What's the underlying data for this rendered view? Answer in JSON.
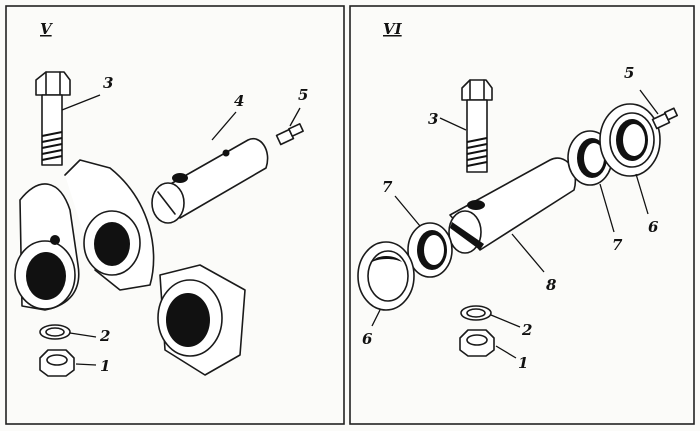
{
  "panels": [
    {
      "title": "V",
      "labels": [
        "3",
        "4",
        "5",
        "2",
        "1"
      ]
    },
    {
      "title": "VI",
      "labels": [
        "5",
        "3",
        "7",
        "7",
        "6",
        "8",
        "6",
        "2",
        "1"
      ]
    }
  ]
}
